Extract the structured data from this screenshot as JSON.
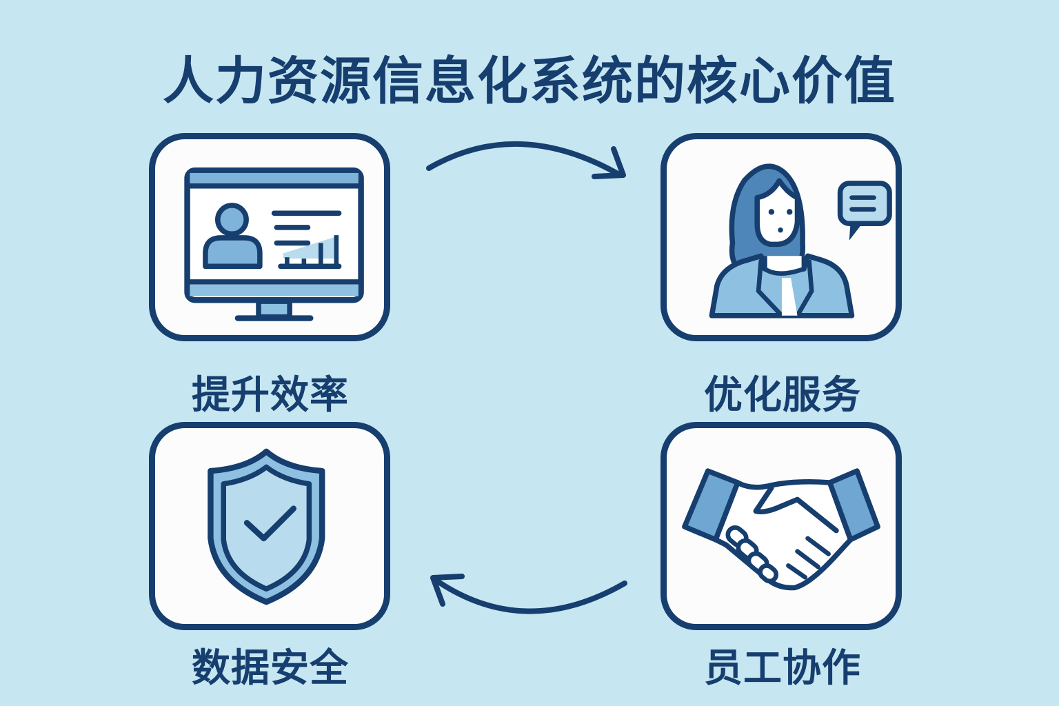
{
  "title": "人力资源信息化系统的核心价值",
  "cards": [
    {
      "label": "提升效率",
      "icon": "monitor-profile-icon"
    },
    {
      "label": "优化服务",
      "icon": "employee-chat-icon"
    },
    {
      "label": "数据安全",
      "icon": "shield-check-icon"
    },
    {
      "label": "员工协作",
      "icon": "handshake-icon"
    }
  ],
  "arrows": [
    {
      "from": "提升效率",
      "to": "优化服务",
      "direction": "clockwise-top"
    },
    {
      "from": "员工协作",
      "to": "数据安全",
      "direction": "clockwise-bottom"
    }
  ],
  "colors": {
    "background": "#c6e6f2",
    "primary_dark": "#163e6e",
    "accent_mid": "#6fa6d2",
    "accent_light": "#b8dcee",
    "card_fill": "#fbfcfb"
  }
}
